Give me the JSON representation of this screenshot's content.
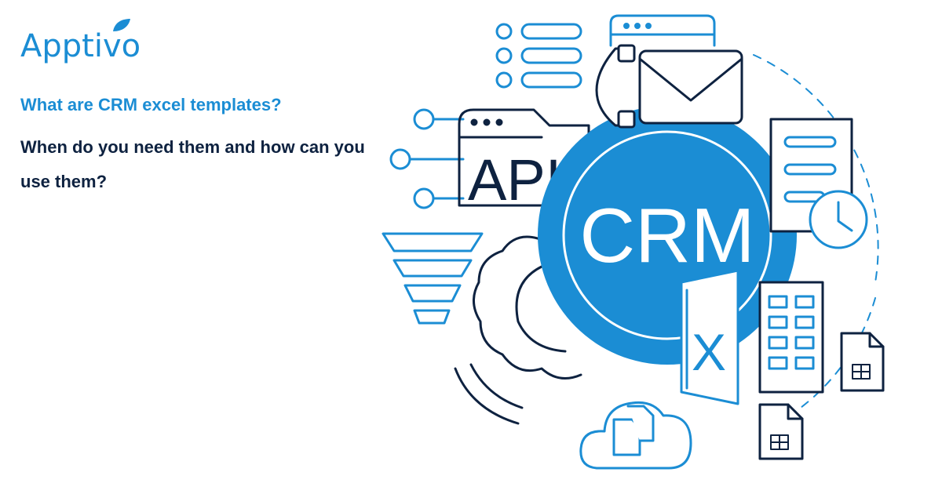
{
  "brand": {
    "name": "Apptivo",
    "color": "#1B8DD4"
  },
  "heading": {
    "title": "What are CRM excel templates?",
    "subtitle": "When do you need them and how can you use them?"
  },
  "illustration": {
    "center_label": "CRM",
    "api_label": "API",
    "excel_letter": "X",
    "navy": "#0E2240",
    "blue": "#1B8DD4",
    "icons": [
      "api-window-icon",
      "email-icon",
      "phone-icon",
      "list-icon",
      "document-icon",
      "clock-icon",
      "funnel-icon",
      "gear-icon",
      "excel-icon",
      "table-icon",
      "spreadsheet-file-icon",
      "cloud-icon"
    ]
  }
}
